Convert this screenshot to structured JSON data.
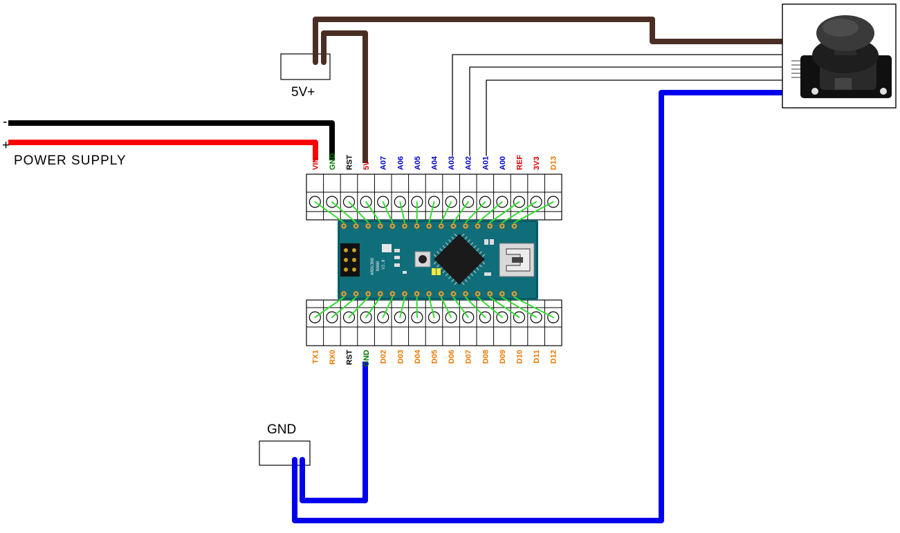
{
  "labels": {
    "power_supply": "POWER SUPPLY",
    "minus": "-",
    "plus": "+",
    "five_v": "5V+",
    "gnd": "GND"
  },
  "board": {
    "top_pins": [
      {
        "label": "VIN",
        "color": "#d40000"
      },
      {
        "label": "GND",
        "color": "#007a00"
      },
      {
        "label": "RST",
        "color": "#000000"
      },
      {
        "label": "5V",
        "color": "#d40000"
      },
      {
        "label": "A07",
        "color": "#0000cc"
      },
      {
        "label": "A06",
        "color": "#0000cc"
      },
      {
        "label": "A05",
        "color": "#0000cc"
      },
      {
        "label": "A04",
        "color": "#0000cc"
      },
      {
        "label": "A03",
        "color": "#0000cc"
      },
      {
        "label": "A02",
        "color": "#0000cc"
      },
      {
        "label": "A01",
        "color": "#0000cc"
      },
      {
        "label": "A00",
        "color": "#0000cc"
      },
      {
        "label": "REF",
        "color": "#d40000"
      },
      {
        "label": "3V3",
        "color": "#d40000"
      },
      {
        "label": "D13",
        "color": "#ee7700"
      }
    ],
    "bottom_pins": [
      {
        "label": "TX1",
        "color": "#ee7700"
      },
      {
        "label": "RX0",
        "color": "#ee7700"
      },
      {
        "label": "RST",
        "color": "#000000"
      },
      {
        "label": "GND",
        "color": "#007a00"
      },
      {
        "label": "D02",
        "color": "#ee7700"
      },
      {
        "label": "D03",
        "color": "#ee7700"
      },
      {
        "label": "D04",
        "color": "#ee7700"
      },
      {
        "label": "D05",
        "color": "#ee7700"
      },
      {
        "label": "D06",
        "color": "#ee7700"
      },
      {
        "label": "D07",
        "color": "#ee7700"
      },
      {
        "label": "D08",
        "color": "#ee7700"
      },
      {
        "label": "D09",
        "color": "#ee7700"
      },
      {
        "label": "D10",
        "color": "#ee7700"
      },
      {
        "label": "D11",
        "color": "#ee7700"
      },
      {
        "label": "D12",
        "color": "#ee7700"
      }
    ],
    "silkscreen": [
      "ARDUINO",
      "NANO",
      "V3.0"
    ]
  },
  "colors": {
    "brown_wire": "#4a2e24",
    "black_wire": "#000000",
    "red_wire": "#ff0000",
    "blue_wire": "#0000ee",
    "signal_wire": "#000000",
    "pin_link": "#33dd33",
    "pcb": "#0f6e7a"
  }
}
